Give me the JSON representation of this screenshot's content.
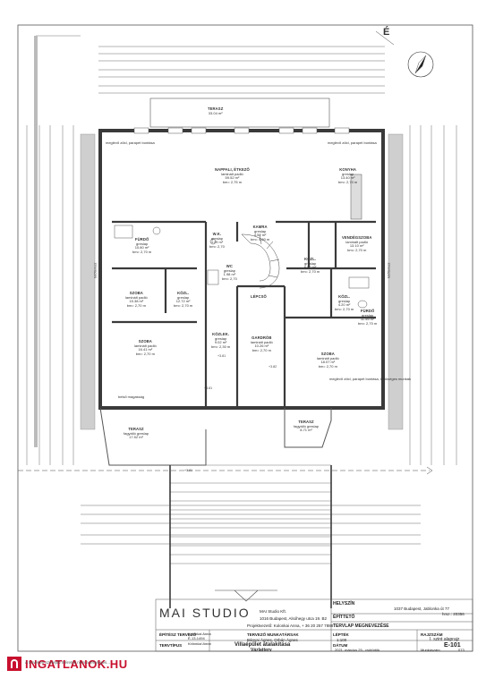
{
  "plan": {
    "north_label": "É",
    "rooms": [
      {
        "id": "terasz-top",
        "name": "TERASZ",
        "floor": "",
        "area": "33.04 m²",
        "height": ""
      },
      {
        "id": "nappali",
        "name": "NAPPALI, ÉTKEZŐ",
        "floor": "laminált padló",
        "area": "59.52 m²",
        "height": "bm= 2,75 m"
      },
      {
        "id": "konyha",
        "name": "KONYHA",
        "floor": "greslap",
        "area": "13.40 m²",
        "height": "bm= 2,70 m"
      },
      {
        "id": "furdo-left",
        "name": "FÜRDŐ",
        "floor": "greslap",
        "area": "10.80 m²",
        "height": "bm= 2,70 m"
      },
      {
        "id": "wc-top",
        "name": "W.K.",
        "floor": "greslap",
        "area": "4.29 m²",
        "height": "bm= 2,70"
      },
      {
        "id": "kamra",
        "name": "KAMRA",
        "floor": "greslap",
        "area": "4.52 m²",
        "height": "bm= 4,50 m"
      },
      {
        "id": "vendeg",
        "name": "VENDÉGSZOBA",
        "floor": "laminált padló",
        "area": "13.10 m²",
        "height": "bm= 2,70 m"
      },
      {
        "id": "kozl-right",
        "name": "KÖZL.",
        "floor": "greslap",
        "area": "6.80 m²",
        "height": "bm= 2,70 m"
      },
      {
        "id": "szoba-left",
        "name": "SZOBA",
        "floor": "laminált padló",
        "area": "15.38 m²",
        "height": "bm= 2,70 m"
      },
      {
        "id": "kozl-left",
        "name": "KÖZL.",
        "floor": "greslap",
        "area": "12.72 m²",
        "height": "bm= 2,70 m"
      },
      {
        "id": "wc-mid",
        "name": "WC",
        "floor": "greslap",
        "area": "1.98 m²",
        "height": "bm= 2,70"
      },
      {
        "id": "lepcso",
        "name": "LÉPCSŐ",
        "floor": "",
        "area": "",
        "height": ""
      },
      {
        "id": "kozl-mid",
        "name": "KÖZL.",
        "floor": "greslap",
        "area": "4.20 m²",
        "height": "bm= 2,70 m"
      },
      {
        "id": "furdo-right",
        "name": "FÜRDŐ",
        "floor": "greslap",
        "area": "11.55 m²",
        "height": "bm= 2,70 m"
      },
      {
        "id": "szoba-bl",
        "name": "SZOBA",
        "floor": "laminált padló",
        "area": "16.41 m²",
        "height": "bm= 2,70 m"
      },
      {
        "id": "kozlek",
        "name": "KÖZLEK.",
        "floor": "greslap",
        "area": "9.02 m²",
        "height": "bm= 2,30 m"
      },
      {
        "id": "gardrob",
        "name": "GARDRÓB",
        "floor": "laminált padló",
        "area": "10.26 m²",
        "height": "bm= 2,70 m"
      },
      {
        "id": "szoba-br",
        "name": "SZOBA",
        "floor": "laminált padló",
        "area": "18.07 m²",
        "height": "bm= 2,70 m"
      },
      {
        "id": "terasz-bl",
        "name": "TERASZ",
        "floor": "fagyálló greslap",
        "area": "17.52 m²",
        "height": ""
      },
      {
        "id": "terasz-br",
        "name": "TERASZ",
        "floor": "fagyálló greslap",
        "area": "8.71 m²",
        "height": ""
      }
    ],
    "notes": [
      "meglévő zöld, parapet bontása",
      "meglévő zöld, parapet bontása",
      "meglévő zöld, parapet bontása, szükséges munkák",
      "belső magasság",
      "tetőterasz",
      "tetőterasz"
    ],
    "levels": [
      "+3.81",
      "+3.82",
      "+3.81",
      "+3.81"
    ]
  },
  "titleblock": {
    "logo": "MAI STUDIO",
    "company": "MAI Studio Kft.",
    "address": "1016 Budapest, Alsóhegy utca 19. B2",
    "project_lead": "Projektvezető: Kolonkai Anna, + 36 20 257 7888",
    "helyszin_label": "HELYSZÍN",
    "helyszin_value": "1037 Budapest, Jablonka út 77",
    "hrsz": "hrsz.: 20356",
    "epitteto_label": "ÉPÍTTETŐ",
    "epitesz_label": "ÉPÍTÉSZ TERVEZŐ",
    "epitesz_value": "Kolonkai Anna",
    "epitesz_reg": "É-13-1494",
    "epitesz_sig": "Kolonkai Anna",
    "munkatarsak_label": "TERVEZŐ MUNKATÁRSAK",
    "munkatarsak_value": "Bányai Ágnes, Orbán Ágnes",
    "tervlap_label": "TERVLAP MEGNEVEZÉSE",
    "tervlap_value": "I. szint alaprajz",
    "tervtipus_label": "TERVTÍPUS",
    "project_title": "Villaépület átalakítása",
    "project_sub": "Vázlatterv",
    "lepték_label": "LÉPTÉK",
    "lepték_value": "1:100",
    "rajzszam_label": "RAJZSZÁM",
    "rajzszam_value": "E-101",
    "datum_label": "DÁTUM",
    "datum_value": "2021. március 25., csütörtök",
    "munkaszam_label": "Munkaszám",
    "munkaszam_value": "073"
  },
  "watermark": {
    "text": "INGATLANOK.HU",
    "note": "A terveken szereplő méretek nem a tényleges..."
  },
  "colors": {
    "wall": "#3a3a3a",
    "hatch": "#8a8a8a",
    "line": "#555555",
    "brand": "#c8102e"
  }
}
